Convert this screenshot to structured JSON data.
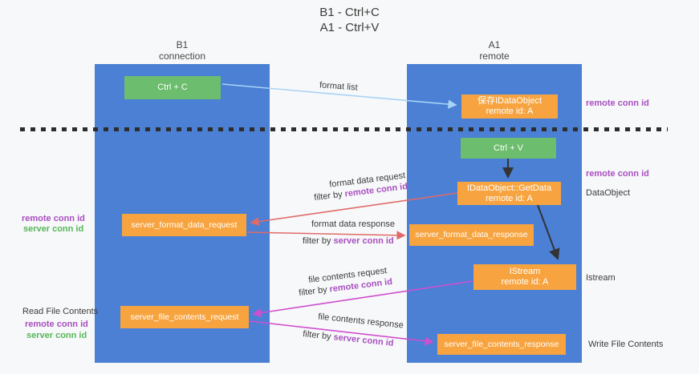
{
  "title": {
    "line1": "B1 - Ctrl+C",
    "line2": "A1 - Ctrl+V"
  },
  "machines": {
    "left": {
      "name": "B1",
      "role": "connection"
    },
    "right": {
      "name": "A1",
      "role": "remote"
    }
  },
  "nodes": {
    "ctrl_c": {
      "label": "Ctrl + C"
    },
    "ctrl_v": {
      "label": "Ctrl + V"
    },
    "save_idataobject": {
      "line1": "保存IDataObject",
      "line2": "remote id: A"
    },
    "getdata": {
      "line1": "IDataObject::GetData",
      "line2": "remote id: A"
    },
    "istream": {
      "line1": "IStream",
      "line2": "remote id: A"
    },
    "server_format_data_request": {
      "label": "server_format_data_request"
    },
    "server_format_data_response": {
      "label": "server_format_data_response"
    },
    "server_file_contents_request": {
      "label": "server_file_contents_request"
    },
    "server_file_contents_response": {
      "label": "server_file_contents_response"
    }
  },
  "annotations": {
    "right_top_remote_conn_id": "remote conn id",
    "right_mid_remote_conn_id": "remote conn id",
    "right_dataobject": "DataObject",
    "right_istream": "Istream",
    "right_write_file_contents": "Write File Contents",
    "left_remote_conn_id_1": "remote conn id",
    "left_server_conn_id_1": "server conn id",
    "left_read_file_contents": "Read File Contents",
    "left_remote_conn_id_2": "remote conn id",
    "left_server_conn_id_2": "server conn id"
  },
  "arrow_labels": {
    "format_list": "format list",
    "format_data_request": "format data request",
    "format_data_response": "format data response",
    "file_contents_request": "file contents request",
    "file_contents_response": "file contents response",
    "filter_by": "filter by",
    "remote_conn_id": "remote conn id",
    "server_conn_id": "server conn id"
  },
  "colors": {
    "lifeline_blue": "#4b80d5",
    "node_green": "#6cbd6d",
    "node_orange": "#f7a440",
    "arrow_red": "#e06a6a",
    "arrow_magenta": "#cf4fcf",
    "arrow_lightblue": "#a9d3f5",
    "arrow_black": "#333333",
    "text_purple": "#a84fc0",
    "text_green": "#57b65a",
    "background": "#f7f8f9"
  }
}
